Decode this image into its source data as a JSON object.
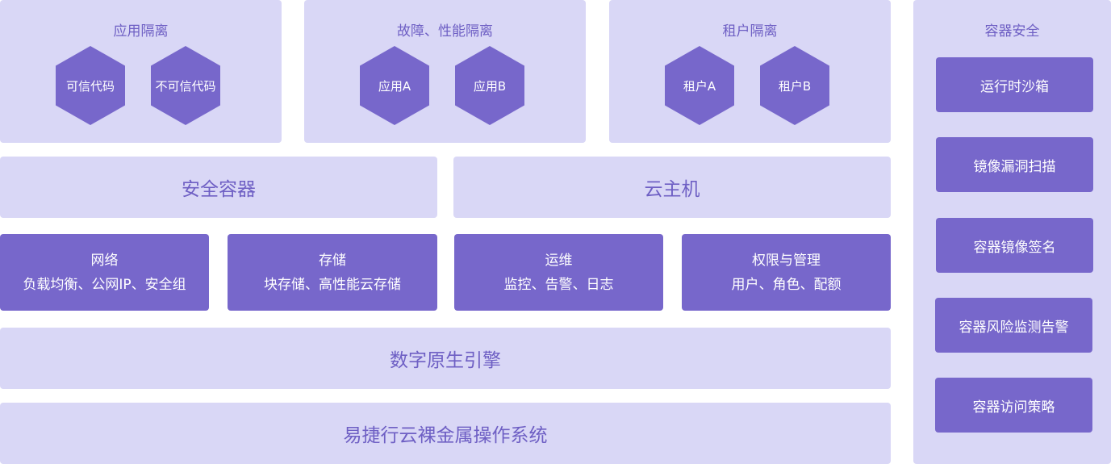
{
  "isolation_boxes": [
    {
      "title": "应用隔离",
      "items": [
        "可信代码",
        "不可信代码"
      ]
    },
    {
      "title": "故障、性能隔离",
      "items": [
        "应用A",
        "应用B"
      ]
    },
    {
      "title": "租户隔离",
      "items": [
        "租户A",
        "租户B"
      ]
    }
  ],
  "compute": {
    "secure_container": "安全容器",
    "cloud_host": "云主机"
  },
  "services": [
    {
      "title": "网络",
      "desc": "负载均衡、公网IP、安全组"
    },
    {
      "title": "存储",
      "desc": "块存储、高性能云存储"
    },
    {
      "title": "运维",
      "desc": "监控、告警、日志"
    },
    {
      "title": "权限与管理",
      "desc": "用户、角色、配额"
    }
  ],
  "engine": "数字原生引擎",
  "os": "易捷行云裸金属操作系统",
  "sidebar": {
    "title": "容器安全",
    "items": [
      "运行时沙箱",
      "镜像漏洞扫描",
      "容器镜像签名",
      "容器风险监测告警",
      "容器访问策略"
    ]
  }
}
